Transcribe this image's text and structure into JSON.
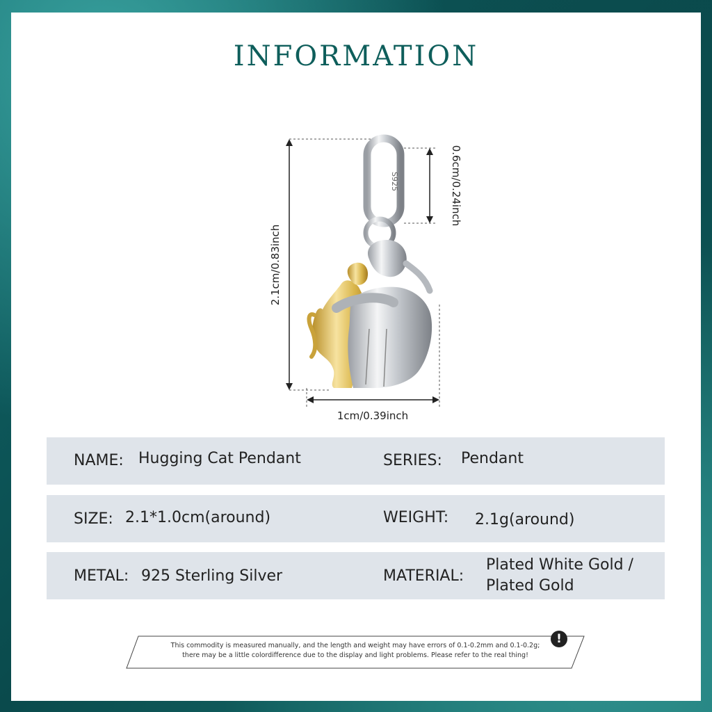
{
  "title": "INFORMATION",
  "dimensions": {
    "height": "2.1cm/0.83inch",
    "width": "1cm/0.39inch",
    "bail": "0.6cm/0.24inch",
    "bail_stamp": "S925"
  },
  "specs": {
    "name_label": "NAME:",
    "name_value": "Hugging Cat Pendant",
    "series_label": "SERIES:",
    "series_value": "Pendant",
    "size_label": "SIZE:",
    "size_value": "2.1*1.0cm(around)",
    "weight_label": "WEIGHT:",
    "weight_value": "2.1g(around)",
    "metal_label": "METAL:",
    "metal_value": "925 Sterling Silver",
    "material_label": "MATERIAL:",
    "material_value_line1": "Plated White Gold /",
    "material_value_line2": "Plated Gold"
  },
  "disclaimer": {
    "line1": "This commodity is measured manually, and the length and weight may have errors of 0.1-0.2mm and 0.1-0.2g;",
    "line2": "there may be a little colordifference due to the display and light problems. Please refer to the real thing!",
    "icon": "!"
  },
  "colors": {
    "title": "#0e5e5b",
    "row_bg": "#dfe4ea",
    "frame": "#0f5a5a",
    "gold": "#d9b54a",
    "silver": "#c9ccd0"
  }
}
